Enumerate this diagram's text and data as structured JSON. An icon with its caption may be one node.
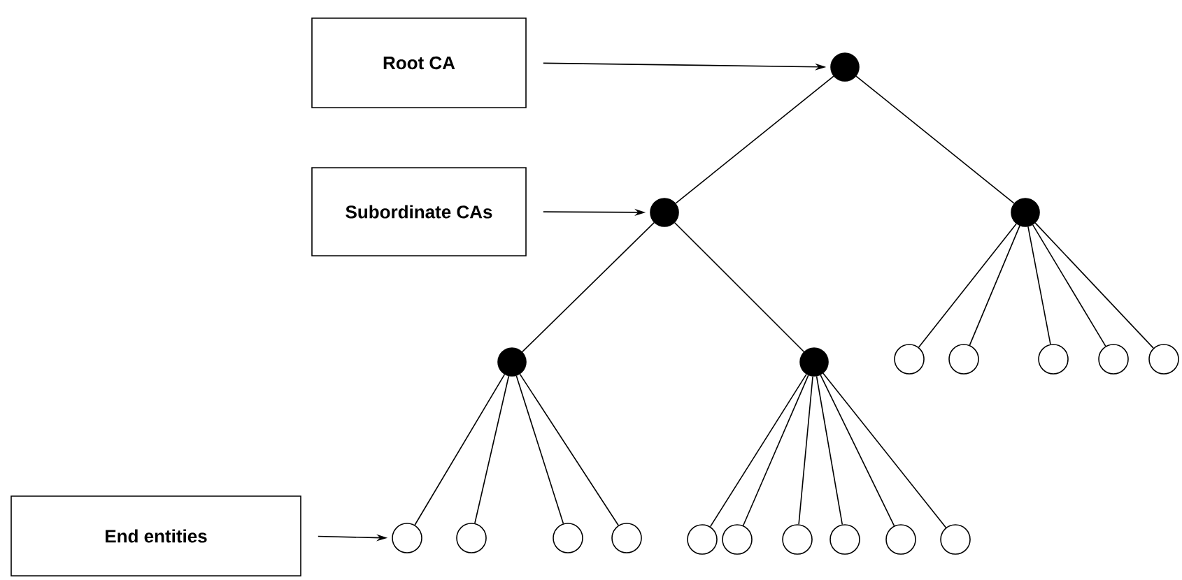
{
  "diagram": {
    "nodes": [
      {
        "text": [
          "Root CA"
        ]
      },
      {
        "text": [
          "Subordinate CAs"
        ]
      },
      {
        "text": [
          "End entities"
        ]
      },
      {
        "text": [],
        "shape": "dot"
      },
      {
        "text": [],
        "shape": "dot"
      },
      {
        "text": [],
        "shape": "dot"
      },
      {
        "text": [],
        "shape": "dot"
      },
      {
        "text": [],
        "shape": "dot"
      },
      {
        "text": [],
        "shape": "circle"
      },
      {
        "text": [],
        "shape": "circle"
      },
      {
        "text": [],
        "shape": "circle"
      },
      {
        "text": [],
        "shape": "circle"
      },
      {
        "text": [],
        "shape": "circle"
      },
      {
        "text": [],
        "shape": "circle"
      },
      {
        "text": [],
        "shape": "circle"
      },
      {
        "text": [],
        "shape": "circle"
      },
      {
        "text": [],
        "shape": "circle"
      },
      {
        "text": [],
        "shape": "circle"
      },
      {
        "text": [],
        "shape": "circle"
      },
      {
        "text": [],
        "shape": "circle"
      },
      {
        "text": [],
        "shape": "circle"
      },
      {
        "text": [],
        "shape": "circle"
      },
      {
        "text": [],
        "shape": "circle"
      }
    ],
    "edges": [
      {
        "from": 0,
        "to": 3,
        "arrow": "to"
      },
      {
        "from": 1,
        "to": 4,
        "arrow": "to"
      },
      {
        "from": 2,
        "to": 13,
        "arrow": "to"
      },
      {
        "from": 3,
        "to": 4,
        "arrow": "none"
      },
      {
        "from": 3,
        "to": 5,
        "arrow": "none"
      },
      {
        "from": 4,
        "to": 6,
        "arrow": "none"
      },
      {
        "from": 4,
        "to": 7,
        "arrow": "none"
      },
      {
        "from": 5,
        "to": 8,
        "arrow": "none"
      },
      {
        "from": 5,
        "to": 9,
        "arrow": "none"
      },
      {
        "from": 5,
        "to": 10,
        "arrow": "none"
      },
      {
        "from": 5,
        "to": 11,
        "arrow": "none"
      },
      {
        "from": 5,
        "to": 12,
        "arrow": "none"
      },
      {
        "from": 6,
        "to": 13,
        "arrow": "none"
      },
      {
        "from": 6,
        "to": 14,
        "arrow": "none"
      },
      {
        "from": 6,
        "to": 15,
        "arrow": "none"
      },
      {
        "from": 6,
        "to": 16,
        "arrow": "none"
      },
      {
        "from": 7,
        "to": 17,
        "arrow": "none"
      },
      {
        "from": 7,
        "to": 18,
        "arrow": "none"
      },
      {
        "from": 7,
        "to": 19,
        "arrow": "none"
      },
      {
        "from": 7,
        "to": 20,
        "arrow": "none"
      },
      {
        "from": 7,
        "to": 21,
        "arrow": "none"
      },
      {
        "from": 7,
        "to": 22,
        "arrow": "none"
      }
    ]
  }
}
